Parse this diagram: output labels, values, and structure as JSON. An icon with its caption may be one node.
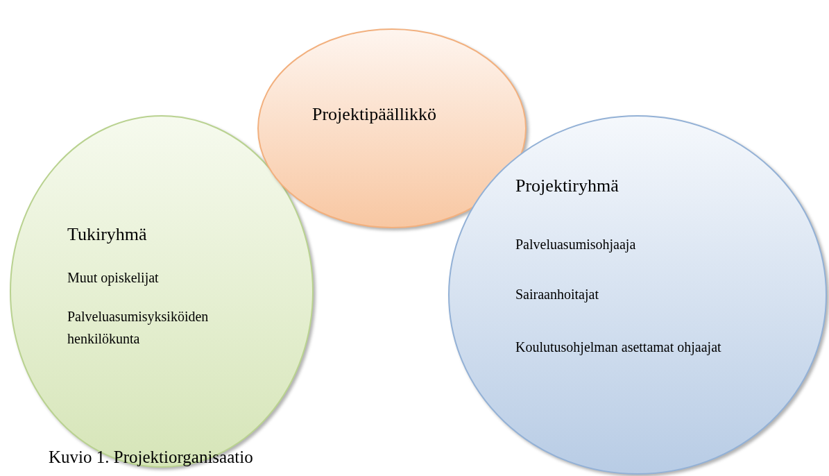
{
  "diagram": {
    "caption": "Kuvio 1. Projektiorganisaatio",
    "nodes": [
      {
        "text": [
          "Tukiryhmä",
          "Muut opiskelijat",
          "Palveluasumisyksiköiden henkilökunta"
        ]
      },
      {
        "text": [
          "Projektipäällikkö"
        ]
      },
      {
        "text": [
          "Projektiryhmä",
          "Palveluasumisohjaaja",
          "Sairaanhoitajat",
          "Koulutusohjelman asettamat ohjaajat"
        ]
      }
    ],
    "edges": []
  }
}
